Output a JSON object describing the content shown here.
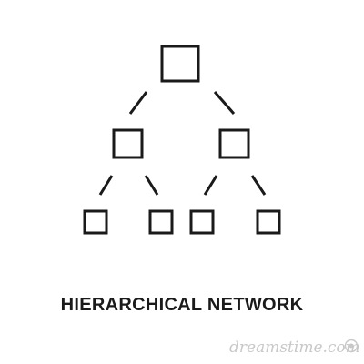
{
  "icon": {
    "name": "hierarchical-network-icon",
    "stroke_color": "#1a1a1a",
    "node_count": 7,
    "connector_count": 6
  },
  "caption": {
    "text": "HIERARCHICAL NETWORK"
  },
  "watermark": {
    "text": "dreamstime.com",
    "color": "#c8c8c8"
  },
  "colors": {
    "background": "#ffffff",
    "text": "#1a1a1a"
  }
}
